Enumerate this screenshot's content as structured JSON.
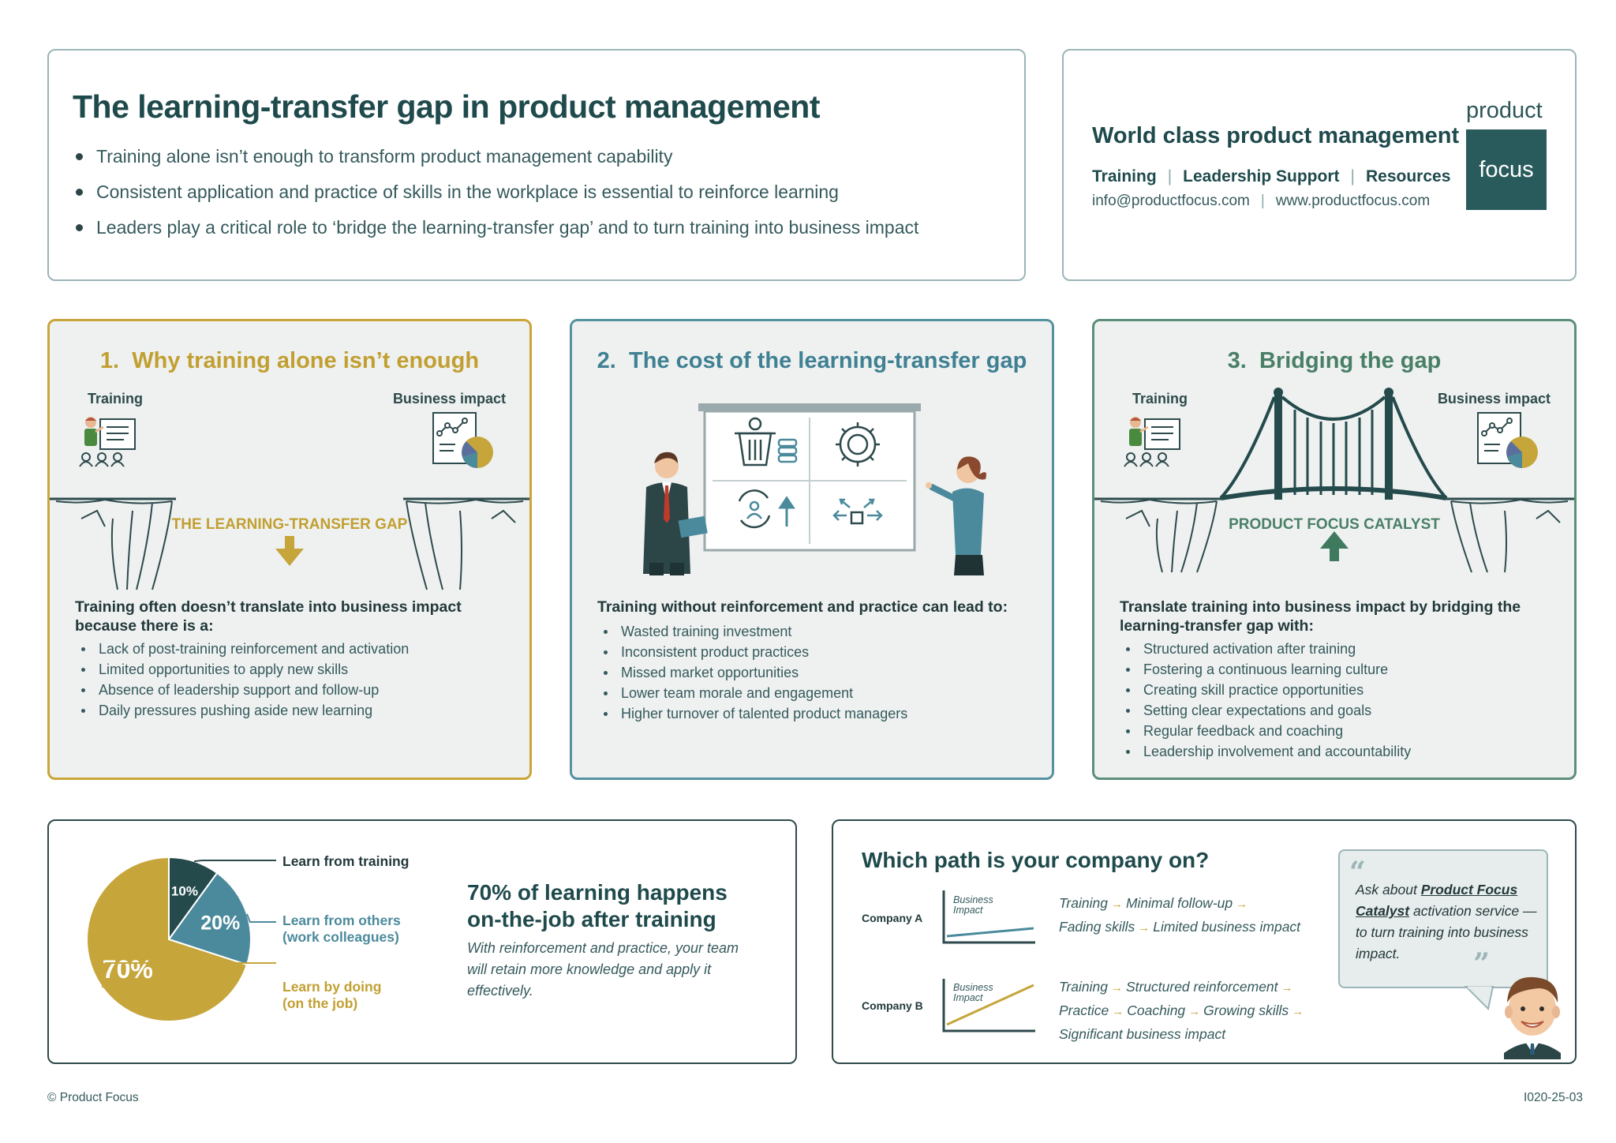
{
  "header": {
    "title": "The learning-transfer gap in product management",
    "bullets": [
      "Training alone isn’t enough to transform product management capability",
      "Consistent application and practice of skills in the workplace is essential to reinforce learning",
      "Leaders play a critical role to ‘bridge the learning-transfer gap’ and to turn training into business impact"
    ]
  },
  "brand": {
    "tagline": "World class product management",
    "links": [
      "Training",
      "Leadership Support",
      "Resources"
    ],
    "email": "info@productfocus.com",
    "website": "www.productfocus.com",
    "logo_top": "product",
    "logo_box": "focus"
  },
  "panel1": {
    "number": "1.",
    "title": "Why training alone isn’t enough",
    "left_label": "Training",
    "right_label": "Business impact",
    "gap_label": "THE LEARNING-TRANSFER GAP",
    "lead": "Training often doesn’t translate into business impact because there is a:",
    "items": [
      "Lack of post-training reinforcement and activation",
      "Limited opportunities to apply new skills",
      "Absence of leadership support and follow-up",
      "Daily pressures pushing aside new learning"
    ]
  },
  "panel2": {
    "number": "2.",
    "title": "The cost of the learning-transfer gap",
    "lead": "Training without reinforcement and practice can lead to:",
    "items": [
      "Wasted training investment",
      "Inconsistent product practices",
      "Missed market opportunities",
      "Lower team morale and engagement",
      "Higher turnover of talented product managers"
    ]
  },
  "panel3": {
    "number": "3.",
    "title": "Bridging the gap",
    "left_label": "Training",
    "right_label": "Business impact",
    "gap_label": "PRODUCT FOCUS CATALYST",
    "lead": "Translate training into business impact by bridging the learning-transfer gap with:",
    "items": [
      "Structured activation after training",
      "Fostering a continuous learning culture",
      "Creating skill practice opportunities",
      "Setting clear expectations and goals",
      "Regular feedback and coaching",
      "Leadership involvement and accountability"
    ]
  },
  "learning": {
    "slices": [
      {
        "label": "10%",
        "value": 10,
        "name_line1": "Learn from training",
        "name_line2": "",
        "color": "#244a4c"
      },
      {
        "label": "20%",
        "value": 20,
        "name_line1": "Learn from others",
        "name_line2": "(work colleagues)",
        "color": "#4b8a9c"
      },
      {
        "label": "70%",
        "value": 70,
        "name_line1": "Learn by doing",
        "name_line2": "(on the job)",
        "color": "#c6a53b"
      }
    ],
    "headline_line1": "70% of learning happens",
    "headline_line2": "on-the-job after training",
    "body": "With reinforcement and practice, your team will retain more knowledge and apply it effectively."
  },
  "paths": {
    "title": "Which path is your company on?",
    "axis_label_line1": "Business",
    "axis_label_line2": "Impact",
    "company_a": {
      "label": "Company A",
      "line1": [
        "Training",
        "Minimal follow-up"
      ],
      "line2": [
        "Fading skills",
        "Limited business impact"
      ],
      "color": "#4b8a9c"
    },
    "company_b": {
      "label": "Company B",
      "line1": [
        "Training",
        "Structured reinforcement"
      ],
      "line2": [
        "Practice",
        "Coaching",
        "Growing skills"
      ],
      "line3": "Significant business impact",
      "color": "#c6a53b"
    },
    "arrow": "→",
    "bubble": {
      "pre": "Ask about ",
      "bold": "Product Focus Catalyst",
      "post": " activation service —to turn training into business impact."
    }
  },
  "footer": {
    "copyright": "© Product Focus",
    "code": "I020-25-03"
  }
}
